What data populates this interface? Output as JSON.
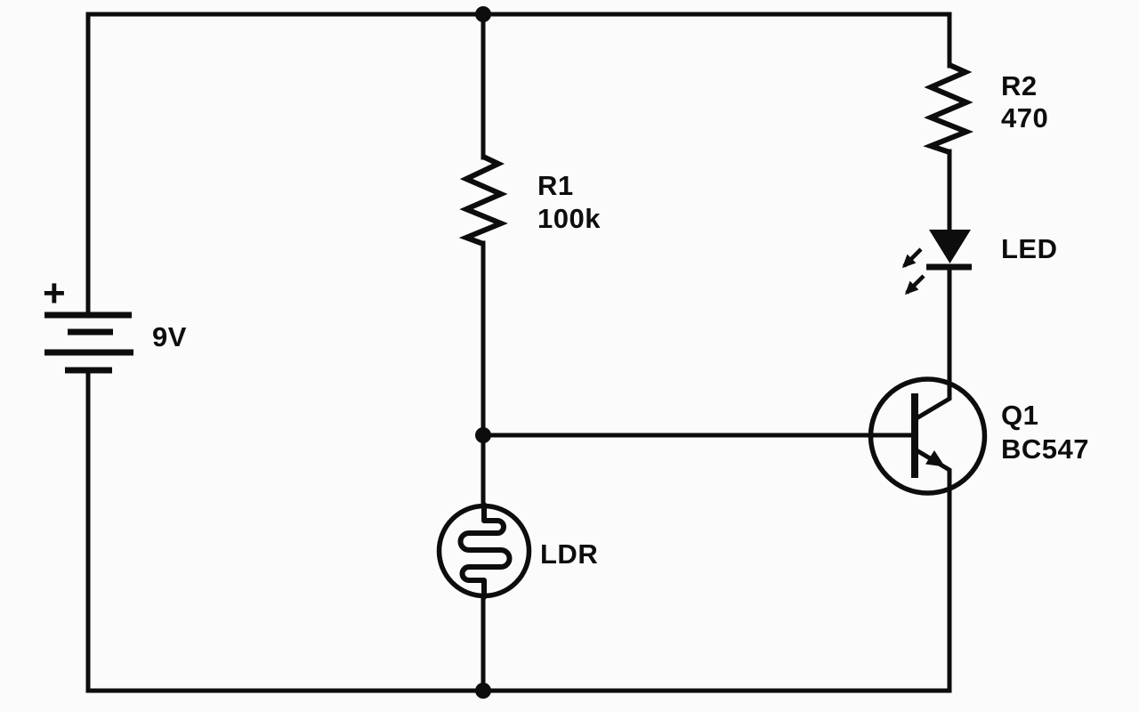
{
  "canvas": {
    "background": "#fbfbfb",
    "line_color": "#0d0d0d"
  },
  "components": {
    "battery": {
      "polarity": "+",
      "value": "9V"
    },
    "r1": {
      "designator": "R1",
      "value": "100k"
    },
    "r2": {
      "designator": "R2",
      "value": "470"
    },
    "led": {
      "designator": "LED"
    },
    "transistor": {
      "designator": "Q1",
      "part": "BC547"
    },
    "ldr": {
      "designator": "LDR"
    }
  }
}
